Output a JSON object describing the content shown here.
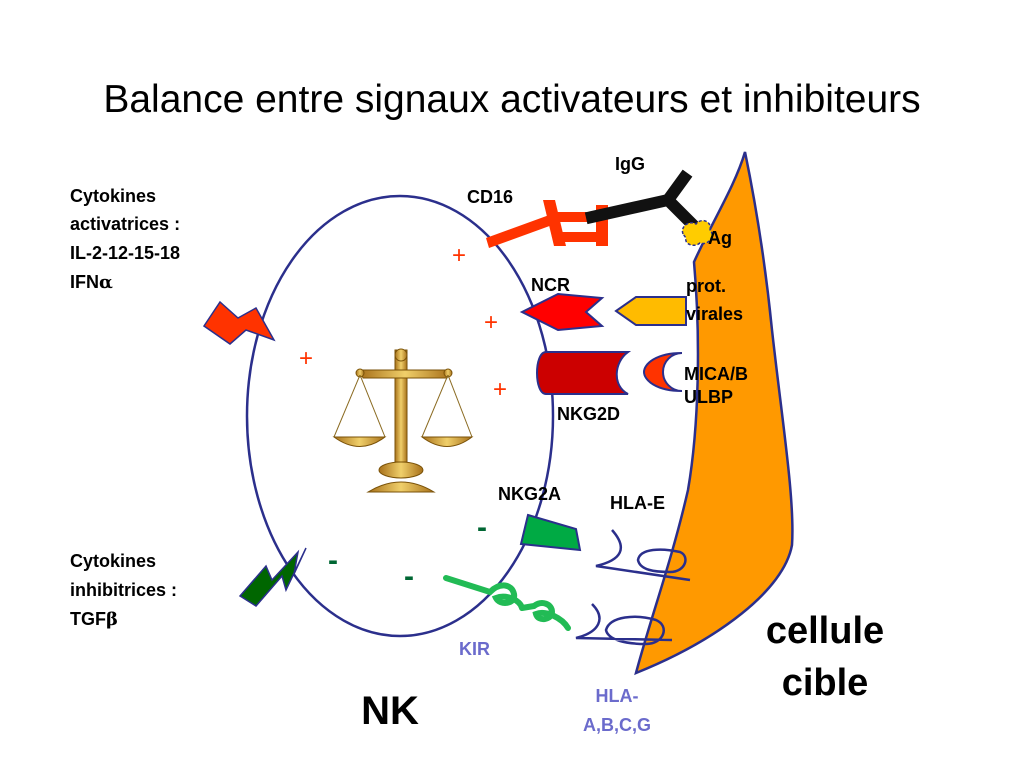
{
  "title": "Balance entre signaux activateurs et inhibiteurs",
  "cytokines_activatrices": {
    "line1": "Cytokines",
    "line2": "activatrices :",
    "line3": "IL-2-12-15-18",
    "line4_prefix": "IFN",
    "line4_symbol": "α"
  },
  "cytokines_inhibitrices": {
    "line1": "Cytokines",
    "line2": "inhibitrices :",
    "line3_prefix": "TGF",
    "line3_symbol": "β"
  },
  "receptors": {
    "igg": "IgG",
    "cd16": "CD16",
    "ag": "Ag",
    "ncr": "NCR",
    "prot_virales_1": "prot.",
    "prot_virales_2": "virales",
    "mica_1": "MICA/B",
    "mica_2": "ULBP",
    "nkg2d": "NKG2D",
    "nkg2a": "NKG2A",
    "hla_e": "HLA-E",
    "kir": "KIR",
    "hla_abc_1": "HLA-",
    "hla_abc_2": "A,B,C,G"
  },
  "signs": {
    "plus": "+",
    "minus": "-"
  },
  "cells": {
    "nk": "NK",
    "target_1": "cellule",
    "target_2": "cible"
  },
  "colors": {
    "cell_outline": "#2b2f8c",
    "target_fill": "#ff9900",
    "cd16_red": "#ff3300",
    "plus_red": "#ff3300",
    "ncr_red": "#ff0000",
    "prot_yellow": "#ffbb00",
    "nkg2d_darkred": "#cc0000",
    "mica_red": "#ff3300",
    "nkg2a_green": "#00aa44",
    "kir_green": "#22bb55",
    "minus_green": "#006633",
    "lightning_red": "#ff3300",
    "lightning_green": "#006600",
    "kir_label": "#6b6bcc",
    "balance_gold": "#c89a33"
  }
}
